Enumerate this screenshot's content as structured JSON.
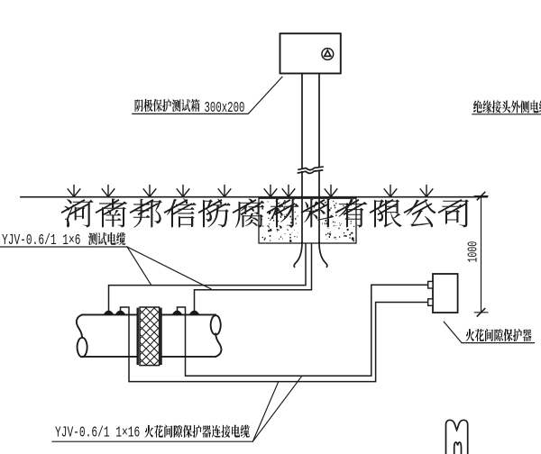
{
  "document": {
    "type": "CAD engineering drawing",
    "subject": "Cathodic protection test station at insulating joint",
    "background_color": "#ffffff",
    "line_color": "#1a1a1a"
  },
  "labels": {
    "test_box": {
      "cjk": "阴极保护测试箱",
      "size": "300x200",
      "full": "阴极保护测试箱 300x200"
    },
    "insulating_joint_outer_cable": {
      "cjk": "绝缘接头外侧电缆"
    },
    "test_cable": {
      "spec": "YJV-0.6/1 1×6",
      "cjk": "测试电缆",
      "full": "YJV-0.6/1 1×6 测试电缆"
    },
    "spark_gap_protector": {
      "cjk": "火花间隙保护器"
    },
    "spark_gap_cable": {
      "spec": "YJV-0.6/1 1×16",
      "cjk": "火花间隙保护器连接电缆",
      "full": "YJV-0.6/1 1×16 火花间隙保护器连接电缆"
    },
    "dimension_depth": {
      "value": "1000"
    }
  },
  "watermark": {
    "text": "河南邦信防腐材料有限公司"
  },
  "symbols": {
    "terminal_symbol": "circle with triangle (test terminal)",
    "ground_surface": "hatched grade line",
    "pipe_break": "wavy break lines on riser conduit",
    "insulating_joint": "cross-hatched joint with flanges",
    "concrete_block": "stippled anchor block",
    "cable_welds": "exothermic weld dots on pipe"
  }
}
